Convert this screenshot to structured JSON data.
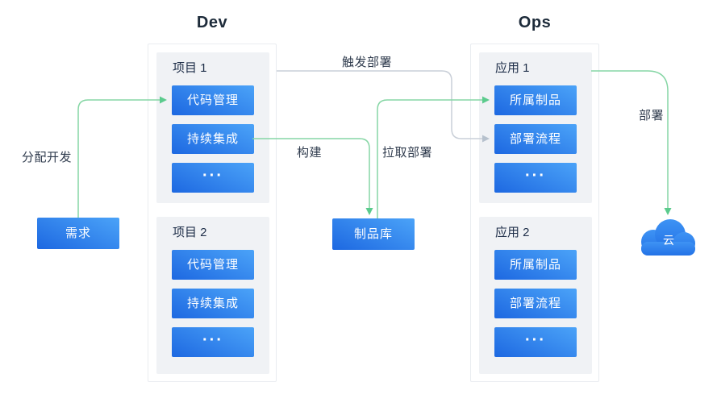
{
  "titles": {
    "dev": "Dev",
    "ops": "Ops"
  },
  "dev": {
    "panels": [
      {
        "header": "项目 1",
        "buttons": [
          "代码管理",
          "持续集成",
          "···"
        ]
      },
      {
        "header": "项目 2",
        "buttons": [
          "代码管理",
          "持续集成",
          "···"
        ]
      }
    ]
  },
  "ops": {
    "panels": [
      {
        "header": "应用 1",
        "buttons": [
          "所属制品",
          "部署流程",
          "···"
        ]
      },
      {
        "header": "应用 2",
        "buttons": [
          "所属制品",
          "部署流程",
          "···"
        ]
      }
    ]
  },
  "nodes": {
    "requirement": "需求",
    "artifact_repo": "制品库",
    "cloud": "云"
  },
  "edges": {
    "assign_dev": "分配开发",
    "trigger_deploy": "触发部署",
    "build": "构建",
    "pull_deploy": "拉取部署",
    "deploy": "部署"
  },
  "colors": {
    "chip_gradient_light": "#4ba3f8",
    "chip_gradient_dark": "#1d68e1",
    "arrow_green": "#86d6a5",
    "arrow_green_head": "#5bcb8d",
    "arrow_gray": "#c9cfd8",
    "arrow_gray_head": "#b6c1cd",
    "panel_bg": "#f0f2f5",
    "panel_border": "#e9ecf0",
    "cloud_blue": "#2e80ec",
    "title_text": "#1d2b3a",
    "label_text": "#2f3b4d"
  }
}
